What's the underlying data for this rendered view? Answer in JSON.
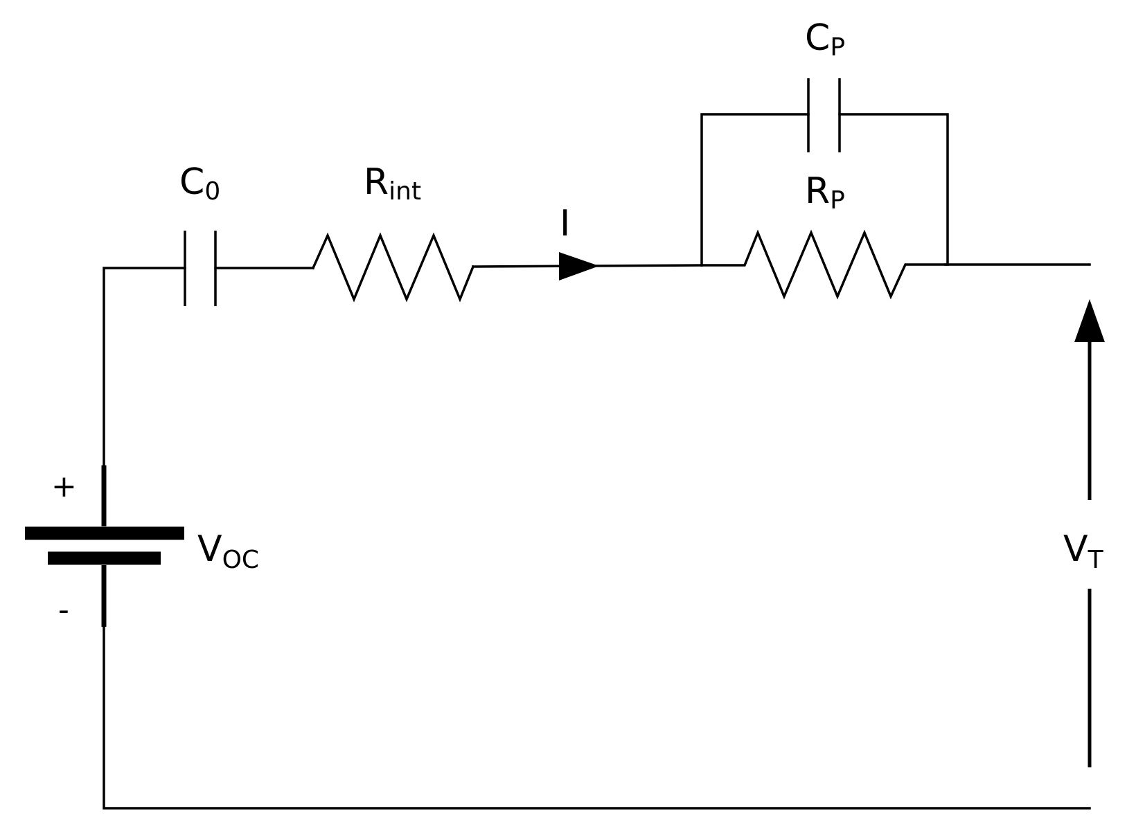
{
  "labels": {
    "c0": {
      "main": "C",
      "sub": "0"
    },
    "rint": {
      "main": "R",
      "sub": "int"
    },
    "current": "I",
    "cp": {
      "main": "C",
      "sub": "P"
    },
    "rp": {
      "main": "R",
      "sub": "P"
    },
    "voc": {
      "main": "V",
      "sub": "OC"
    },
    "vt": {
      "main": "V",
      "sub": "T"
    },
    "plus": "+",
    "minus": "-"
  }
}
